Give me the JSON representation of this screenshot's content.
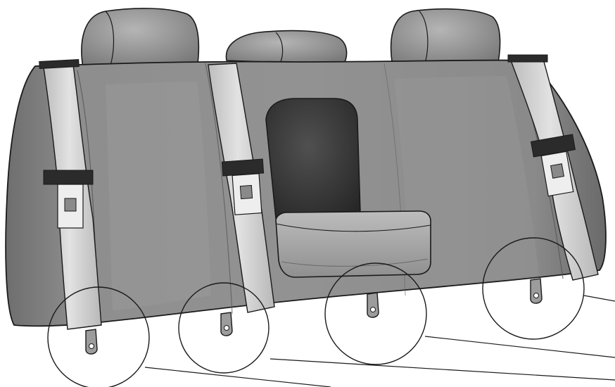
{
  "illustration": {
    "subject": "rear-seat",
    "colors": {
      "outline": "#1a1a1a",
      "seat_back": "#8d8d8d",
      "seat_shadow": "#6a6a6a",
      "seat_highlight": "#b4b4b4",
      "headrest": "#9a9a9a",
      "belt": "#c9c9c9",
      "belt_highlight": "#e4e4e4",
      "buckle_latch": "#eeeeee",
      "guide_clip": "#2b2b2b",
      "passthrough": "#3c3c3c",
      "armrest": "#a7a7a7",
      "anchor": "#9c9c9c",
      "background": "#ffffff"
    },
    "headrests": [
      {
        "name": "headrest-left"
      },
      {
        "name": "headrest-center"
      },
      {
        "name": "headrest-right"
      }
    ],
    "belts": [
      {
        "name": "belt-left"
      },
      {
        "name": "belt-center"
      },
      {
        "name": "belt-right"
      }
    ],
    "anchors": [
      {
        "name": "anchor-1"
      },
      {
        "name": "anchor-2"
      },
      {
        "name": "anchor-3"
      },
      {
        "name": "anchor-4"
      }
    ],
    "callout_circles": 4,
    "callout_leader_lines": 4
  }
}
